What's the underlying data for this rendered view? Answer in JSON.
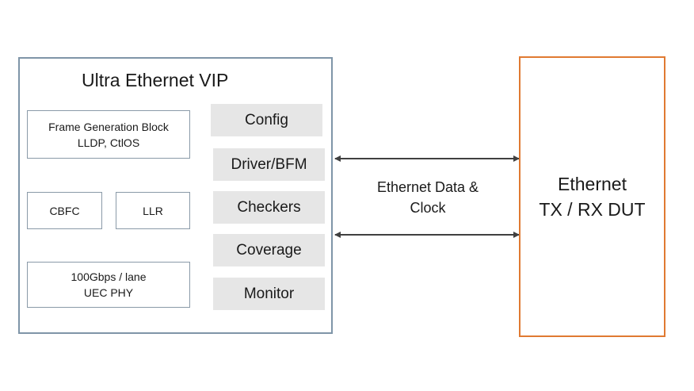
{
  "vip": {
    "title": "Ultra Ethernet VIP",
    "left_blocks": {
      "frame_generation": {
        "line1": "Frame Generation Block",
        "line2": "LLDP, CtlOS"
      },
      "cbfc": "CBFC",
      "llr": "LLR",
      "phy": {
        "line1": "100Gbps / lane",
        "line2": "UEC PHY"
      }
    },
    "components": [
      "Config",
      "Driver/BFM",
      "Checkers",
      "Coverage",
      "Monitor"
    ]
  },
  "link": {
    "label_line1": "Ethernet Data &",
    "label_line2": "Clock"
  },
  "dut": {
    "line1": "Ethernet",
    "line2": "TX / RX DUT"
  },
  "colors": {
    "vip_border": "#7f95a8",
    "dut_border": "#e07a32",
    "component_fill": "#e6e6e6",
    "arrow": "#404040"
  }
}
